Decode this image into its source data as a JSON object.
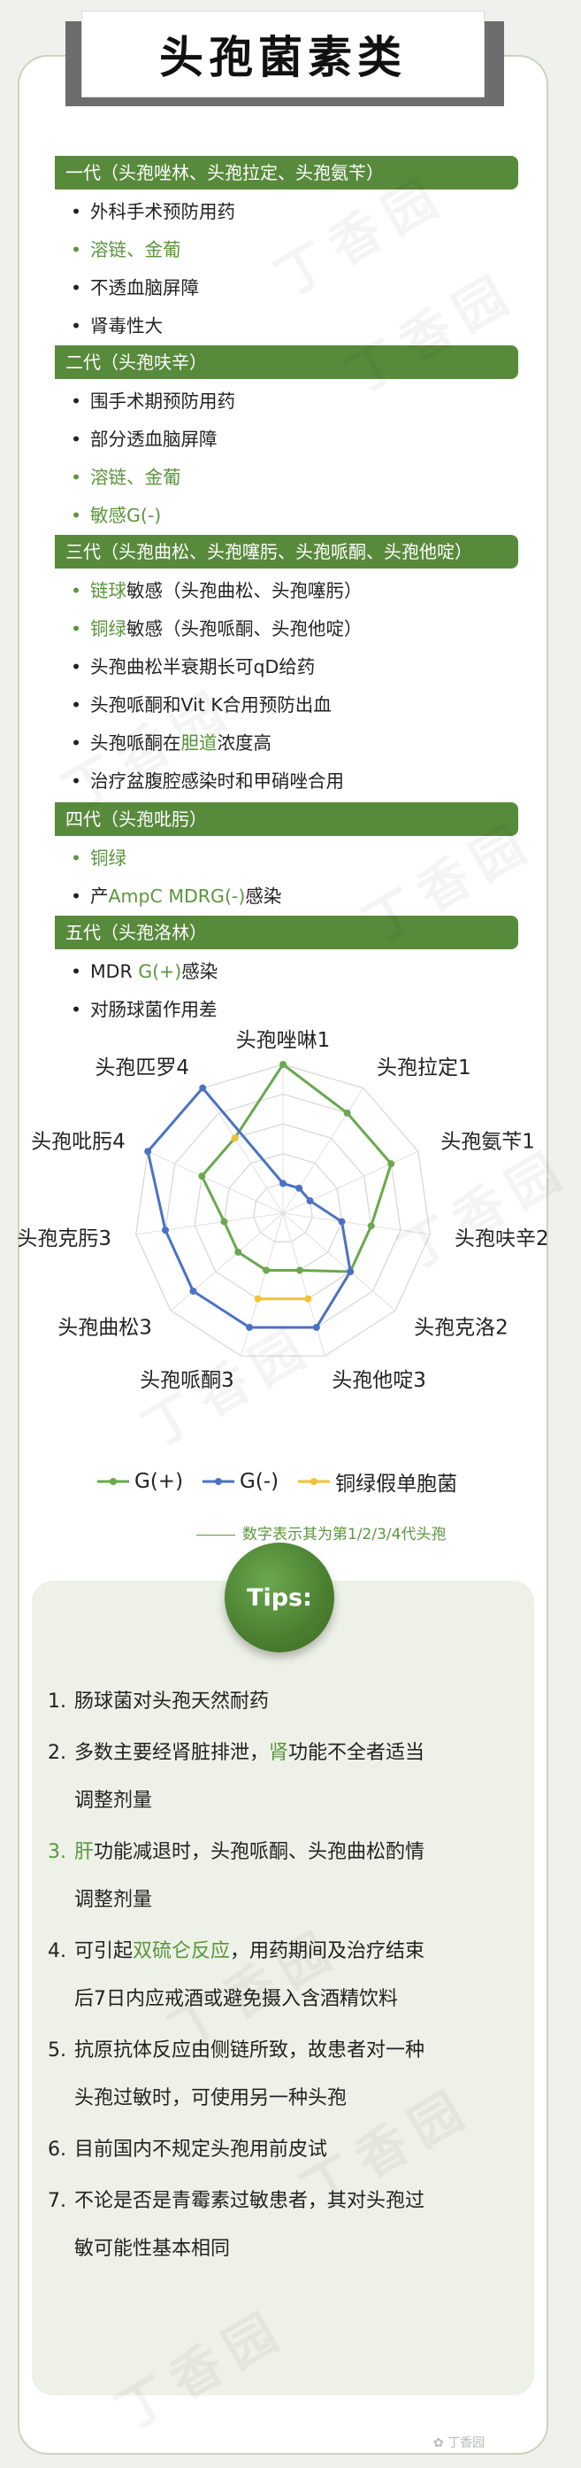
{
  "title": "头孢菌素类",
  "generations": [
    {
      "label": "一代（头孢唑林、头孢拉定、头孢氨苄）",
      "items": [
        {
          "segments": [
            {
              "t": "外科手术预防用药",
              "g": false
            }
          ]
        },
        {
          "segments": [
            {
              "t": "溶链、金葡",
              "g": true
            }
          ]
        },
        {
          "segments": [
            {
              "t": "不透血脑屏障",
              "g": false
            }
          ]
        },
        {
          "segments": [
            {
              "t": "肾毒性大",
              "g": false
            }
          ]
        }
      ]
    },
    {
      "label": "二代（头孢呋辛）",
      "items": [
        {
          "segments": [
            {
              "t": "围手术期预防用药",
              "g": false
            }
          ]
        },
        {
          "segments": [
            {
              "t": "部分透血脑屏障",
              "g": false
            }
          ]
        },
        {
          "segments": [
            {
              "t": "溶链、金葡",
              "g": true
            }
          ]
        },
        {
          "segments": [
            {
              "t": "敏感G(-)",
              "g": true
            }
          ]
        }
      ]
    },
    {
      "label": "三代（头孢曲松、头孢噻肟、头孢哌酮、头孢他啶）",
      "items": [
        {
          "segments": [
            {
              "t": "链球",
              "g": true
            },
            {
              "t": "敏感（头孢曲松、头孢噻肟）",
              "g": false
            }
          ]
        },
        {
          "segments": [
            {
              "t": "铜绿",
              "g": true
            },
            {
              "t": "敏感（头孢哌酮、头孢他啶）",
              "g": false
            }
          ]
        },
        {
          "segments": [
            {
              "t": "头孢曲松半衰期长可qD给药",
              "g": false
            }
          ]
        },
        {
          "segments": [
            {
              "t": "头孢哌酮和Vit K合用预防出血",
              "g": false
            }
          ]
        },
        {
          "segments": [
            {
              "t": "头孢哌酮在",
              "g": false
            },
            {
              "t": "胆道",
              "g": true
            },
            {
              "t": "浓度高",
              "g": false
            }
          ]
        },
        {
          "segments": [
            {
              "t": "治疗盆腹腔感染时和甲硝唑合用",
              "g": false
            }
          ]
        }
      ]
    },
    {
      "label": "四代（头孢吡肟）",
      "items": [
        {
          "segments": [
            {
              "t": "铜绿",
              "g": true
            }
          ]
        },
        {
          "segments": [
            {
              "t": "产",
              "g": false
            },
            {
              "t": "AmpC MDRG(-)",
              "g": true
            },
            {
              "t": "感染",
              "g": false
            }
          ]
        }
      ]
    },
    {
      "label": "五代（头孢洛林）",
      "items": [
        {
          "segments": [
            {
              "t": "MDR ",
              "g": false
            },
            {
              "t": "G(+)",
              "g": true
            },
            {
              "t": "感染",
              "g": false
            }
          ]
        },
        {
          "segments": [
            {
              "t": "对肠球菌作用差",
              "g": false
            }
          ]
        }
      ]
    }
  ],
  "chart_data": {
    "type": "radar",
    "categories": [
      "头孢唑啉1",
      "头孢拉定1",
      "头孢氨苄1",
      "头孢呋辛2",
      "头孢克洛2",
      "头孢他啶3",
      "头孢哌酮3",
      "头孢曲松3",
      "头孢克肟3",
      "头孢吡肟4",
      "头孢匹罗4"
    ],
    "rmax": 5,
    "series": [
      {
        "name": "G(+)",
        "color": "#6aa84f",
        "values": [
          5,
          4,
          4,
          3,
          3,
          2,
          2,
          2,
          2,
          3,
          3
        ]
      },
      {
        "name": "G(-)",
        "color": "#4a72c4",
        "values": [
          1,
          1,
          1,
          2,
          3,
          4,
          4,
          4,
          4,
          5,
          5
        ]
      },
      {
        "name": "铜绿假单胞菌",
        "color": "#f2c233",
        "values": [
          0,
          0,
          0,
          0,
          0,
          3,
          3,
          0,
          0,
          0,
          3
        ]
      }
    ],
    "note": "数字表示其为第1/2/3/4代头孢"
  },
  "tips": {
    "badge": "Tips:",
    "items": [
      {
        "num": "1.",
        "lines": [
          [
            {
              "t": "肠球菌对头孢天然耐药",
              "g": false
            }
          ]
        ]
      },
      {
        "num": "2.",
        "lines": [
          [
            {
              "t": "多数主要经肾脏排泄，",
              "g": false
            },
            {
              "t": "肾",
              "g": true
            },
            {
              "t": "功能不全者适当",
              "g": false
            }
          ],
          [
            {
              "t": "调整剂量",
              "g": false
            }
          ]
        ]
      },
      {
        "num": "3.",
        "num_green": true,
        "lines": [
          [
            {
              "t": "肝",
              "g": true
            },
            {
              "t": "功能减退时，头孢哌酮、头孢曲松酌情",
              "g": false
            }
          ],
          [
            {
              "t": "调整剂量",
              "g": false
            }
          ]
        ]
      },
      {
        "num": "4.",
        "lines": [
          [
            {
              "t": "可引起",
              "g": false
            },
            {
              "t": "双硫仑反应",
              "g": true
            },
            {
              "t": "，用药期间及治疗结束",
              "g": false
            }
          ],
          [
            {
              "t": "后7日内应戒酒或避免摄入含酒精饮料",
              "g": false
            }
          ]
        ]
      },
      {
        "num": "5.",
        "lines": [
          [
            {
              "t": "抗原抗体反应由侧链所致，故患者对一种",
              "g": false
            }
          ],
          [
            {
              "t": "头孢过敏时，可使用另一种头孢",
              "g": false
            }
          ]
        ]
      },
      {
        "num": "6.",
        "lines": [
          [
            {
              "t": "目前国内不规定头孢用前皮试",
              "g": false
            }
          ]
        ]
      },
      {
        "num": "7.",
        "lines": [
          [
            {
              "t": "不论是否是青霉素过敏患者，其对头孢过",
              "g": false
            }
          ],
          [
            {
              "t": "敏可能性基本相同",
              "g": false
            }
          ]
        ]
      }
    ]
  },
  "watermark": "丁香园",
  "corner_logo": "丁香园"
}
